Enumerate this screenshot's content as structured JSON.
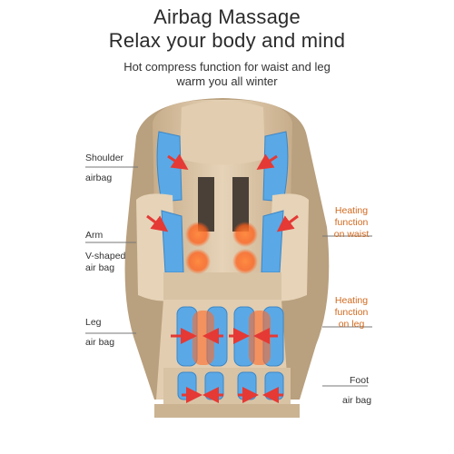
{
  "heading": {
    "title_line1": "Airbag Massage",
    "title_line2": "Relax your body and mind",
    "subtitle_line1": "Hot compress function for waist and leg",
    "subtitle_line2": "warm you all winter"
  },
  "labels": {
    "shoulder": "Shoulder",
    "shoulder_airbag": "airbag",
    "arm": "Arm",
    "v_shaped": "V-shaped",
    "v_airbag": "air bag",
    "leg": "Leg",
    "leg_airbag": "air bag",
    "foot": "Foot",
    "foot_airbag": "air bag"
  },
  "heating": {
    "waist_line1": "Heating",
    "waist_line2": "function",
    "waist_line3": "on waist",
    "leg_line1": "Heating",
    "leg_line2": "function",
    "leg_line3": "on leg"
  },
  "colors": {
    "chair": "#d8c3a5",
    "airbag": "#5aa9e6",
    "arrow": "#e53935",
    "heat": "#ff6a2a",
    "heating_text": "#d2691e"
  }
}
